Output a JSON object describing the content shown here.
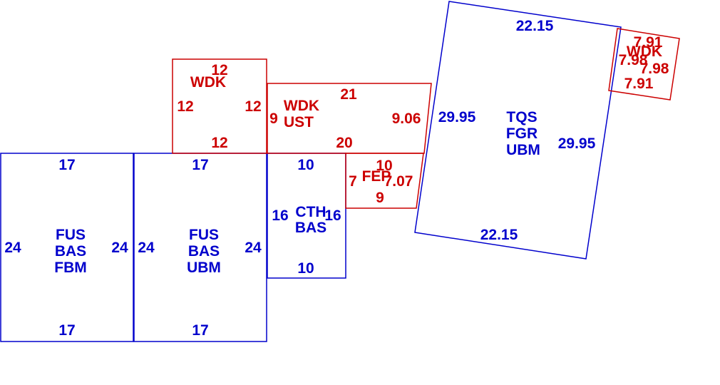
{
  "colors": {
    "blue": "#0000cc",
    "red": "#cc0000"
  },
  "pieces": {
    "fus_fbm": {
      "color": "blue",
      "codes": [
        "FUS",
        "BAS",
        "FBM"
      ],
      "top": "17",
      "bottom": "17",
      "left": "24",
      "right": "24"
    },
    "fus_ubm": {
      "color": "blue",
      "codes": [
        "FUS",
        "BAS",
        "UBM"
      ],
      "top": "17",
      "bottom": "17",
      "left": "24",
      "right": "24"
    },
    "cth": {
      "color": "blue",
      "codes": [
        "CTH",
        "BAS"
      ],
      "top": "10",
      "bottom": "10",
      "left": "16",
      "right": "16"
    },
    "wdk_sq": {
      "color": "red",
      "codes": [
        "WDK"
      ],
      "top": "12",
      "bottom": "12",
      "left": "12",
      "right": "12"
    },
    "wdk_ust": {
      "color": "red",
      "codes": [
        "WDK",
        "UST"
      ],
      "top": "21",
      "bottom": "20",
      "left": "9",
      "right": "9.06"
    },
    "fep": {
      "color": "red",
      "codes": [
        "FEP"
      ],
      "top": "10",
      "bottom": "9",
      "left": "7",
      "right": "7.07"
    },
    "tqs": {
      "color": "blue",
      "codes": [
        "TQS",
        "FGR",
        "UBM"
      ],
      "top": "22.15",
      "bottom": "22.15",
      "left": "29.95",
      "right": "29.95"
    },
    "wdk_small": {
      "color": "red",
      "codes": [
        "WDK"
      ],
      "top": "7.91",
      "bottom": "7.91",
      "left": "7.98",
      "right": "7.98"
    }
  }
}
